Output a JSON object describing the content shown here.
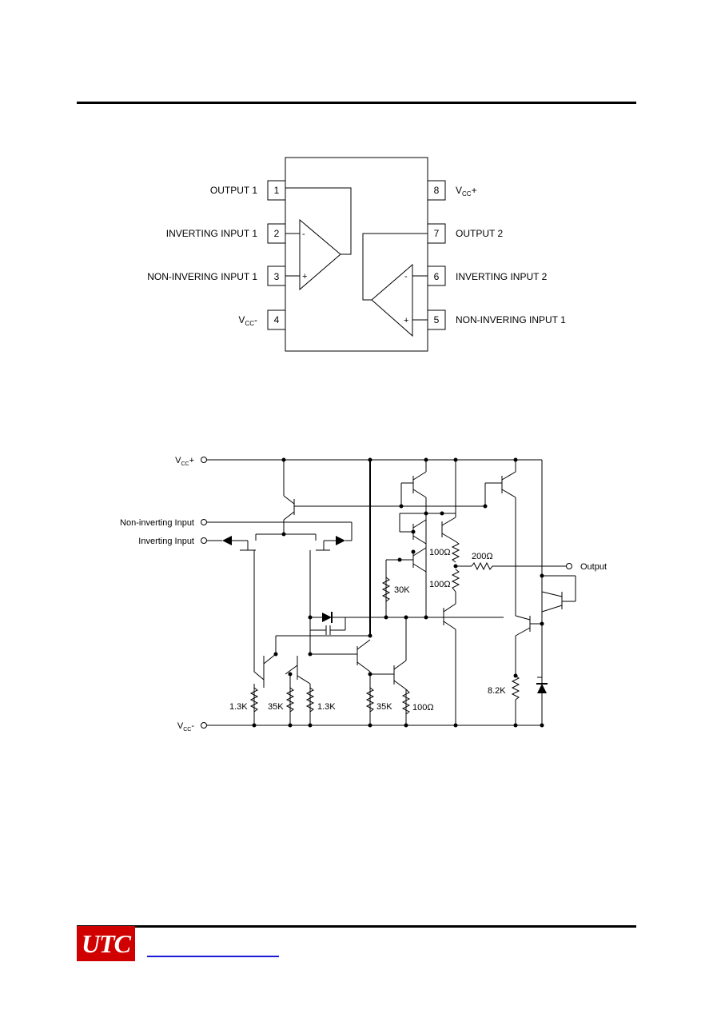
{
  "pin_diagram": {
    "pins": [
      {
        "number": "1",
        "label": "OUTPUT 1"
      },
      {
        "number": "2",
        "label": "INVERTING INPUT 1"
      },
      {
        "number": "3",
        "label": "NON-INVERING  INPUT 1"
      },
      {
        "number": "4",
        "label_main": "V",
        "label_sub": "CC",
        "label_suffix": "-"
      },
      {
        "number": "5",
        "label": "NON-INVERING  INPUT 1"
      },
      {
        "number": "6",
        "label": "INVERTING INPUT 2"
      },
      {
        "number": "7",
        "label": "OUTPUT 2"
      },
      {
        "number": "8",
        "label_main": "V",
        "label_sub": "CC",
        "label_suffix": "+"
      }
    ],
    "opamp_signs": {
      "minus": "-",
      "plus": "+"
    }
  },
  "schematic": {
    "terminals": {
      "vcc_plus_main": "V",
      "vcc_plus_sub": "CC",
      "vcc_plus_suffix": "+",
      "vcc_minus_main": "V",
      "vcc_minus_sub": "CC",
      "vcc_minus_suffix": "-",
      "non_inverting_input": "Non-inverting Input",
      "inverting_input": "Inverting Input",
      "output": "Output"
    },
    "resistors": {
      "r_1_3k_left": "1.3K",
      "r_35k_left": "35K",
      "r_1_3k_right": "1.3K",
      "r_35k_mid": "35K",
      "r_100_bottom": "100Ω",
      "r_30k": "30K",
      "r_100_top": "100Ω",
      "r_100_mid": "100Ω",
      "r_200": "200Ω",
      "r_8_2k": "8.2K"
    }
  },
  "footer": {
    "logo_text": "UTC"
  }
}
